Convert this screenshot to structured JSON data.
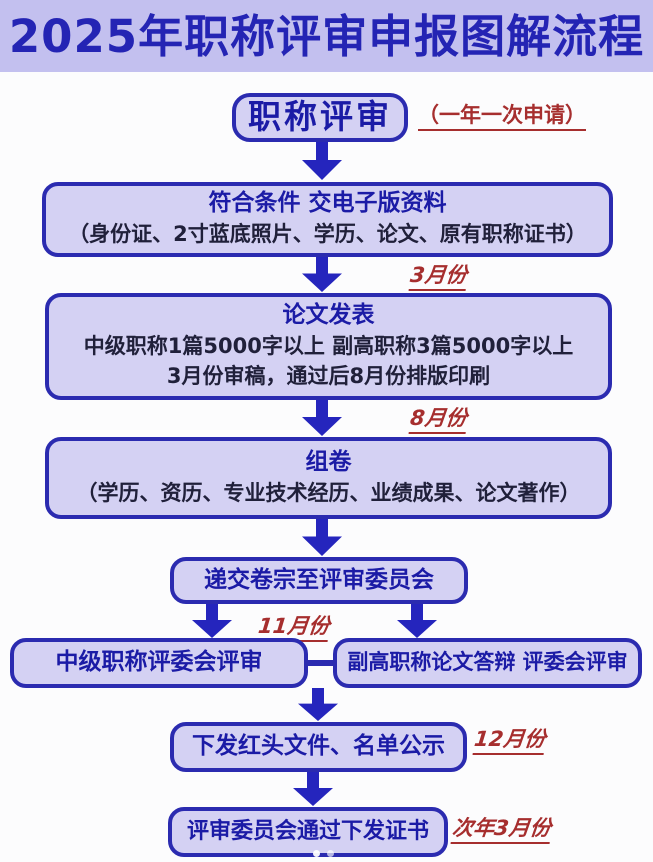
{
  "header": {
    "title": "2025年职称评审申报图解流程"
  },
  "flow": {
    "start": {
      "title": "职称评审",
      "note": "（一年一次申请）"
    },
    "submit_materials": {
      "title": "符合条件 交电子版资料",
      "detail": "（身份证、2寸蓝底照片、学历、论文、原有职称证书）"
    },
    "paper_publication": {
      "title": "论文发表",
      "line1": "中级职称1篇5000字以上 副高职称3篇5000字以上",
      "line2": "3月份审稿，通过后8月份排版印刷"
    },
    "dossier_assembly": {
      "title": "组卷",
      "detail": "（学历、资历、专业技术经历、业绩成果、论文著作）"
    },
    "submit_dossier": {
      "title": "递交卷宗至评审委员会"
    },
    "intermediate_review": {
      "title": "中级职称评委会评审"
    },
    "senior_review": {
      "title": "副高职称论文答辩 评委会评审"
    },
    "announcement": {
      "title": "下发红头文件、名单公示"
    },
    "certificate": {
      "title": "评审委员会通过下发证书"
    }
  },
  "timeline_labels": {
    "march": "3月份",
    "august": "8月份",
    "november": "11月份",
    "december": "12月份",
    "next_year_march": "次年3月份"
  },
  "page_indicator": {
    "dot_count": 2
  },
  "colors": {
    "header_bg": "#c3c0ef",
    "box_fill": "#d4d1f3",
    "box_border": "#2b2bb0",
    "heading_text": "#1b1ba6",
    "body_text": "#20203a",
    "arrow_blue": "#2525bd",
    "annotation_red": "#a62e2e"
  }
}
